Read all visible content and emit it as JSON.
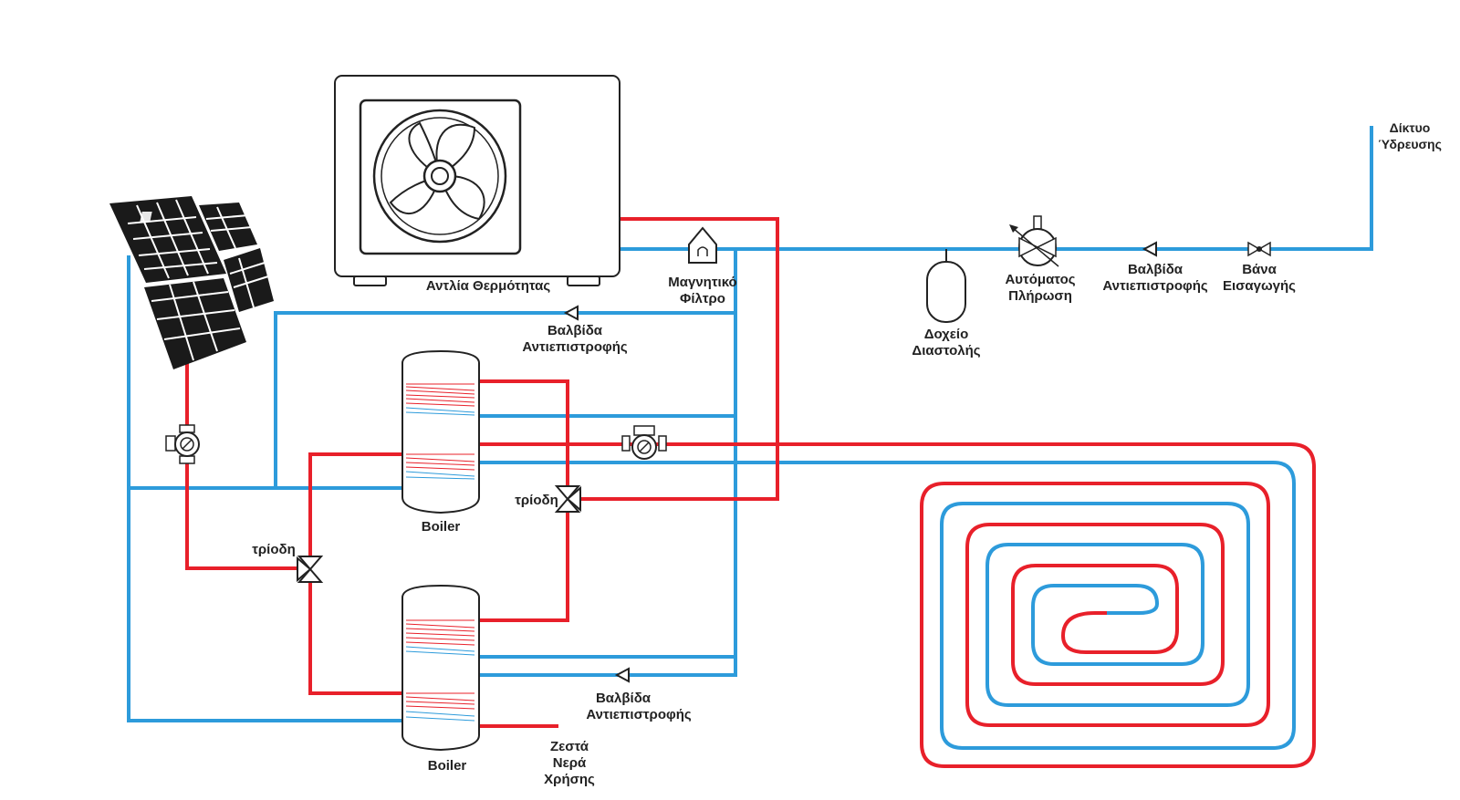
{
  "colors": {
    "hot": "#e8202a",
    "cold": "#2d9bdb",
    "outline": "#222222"
  },
  "labels": {
    "heat_pump": "Αντλία Θερμότητας",
    "magnetic_filter": [
      "Μαγνητικό",
      "Φίλτρο"
    ],
    "check_valve_top": [
      "Βαλβίδα",
      "Αντιεπιστροφής"
    ],
    "expansion_tank": [
      "Δοχείο",
      "Διαστολής"
    ],
    "auto_fill": [
      "Αυτόματος",
      "Πλήρωση"
    ],
    "check_valve_right": [
      "Βαλβίδα",
      "Αντιεπιστροφής"
    ],
    "inlet_valve": [
      "Βάνα",
      "Εισαγωγής"
    ],
    "water_network": [
      "Δίκτυο",
      "Ύδρευσης"
    ],
    "boiler_top": "Boiler",
    "boiler_bottom": "Boiler",
    "three_way_left": "τρίοδη",
    "three_way_right": "τρίοδη",
    "check_valve_bottom": [
      "Βαλβίδα",
      "Αντιεπιστροφής"
    ],
    "dhw": [
      "Ζεστά",
      "Νερά",
      "Χρήσης"
    ]
  },
  "icons": {
    "solar_panels": "solar-panel-icon",
    "heat_pump": "fan-icon",
    "pump": "circulator-pump-icon",
    "valve3": "three-way-valve-icon",
    "check": "check-valve-icon",
    "filter": "magnetic-filter-icon",
    "tank": "expansion-tank-icon",
    "gate": "gate-valve-icon",
    "floor": "underfloor-heating-icon"
  }
}
